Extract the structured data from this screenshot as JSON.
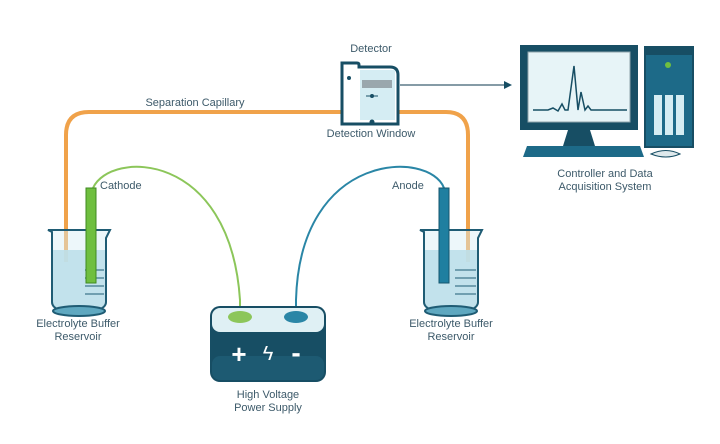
{
  "labels": {
    "detector": "Detector",
    "detection_window": "Detection Window",
    "separation_capillary": "Separation Capillary",
    "cathode": "Cathode",
    "anode": "Anode",
    "left_reservoir_line1": "Electrolyte Buffer",
    "left_reservoir_line2": "Reservoir",
    "right_reservoir_line1": "Electrolyte Buffer",
    "right_reservoir_line2": "Reservoir",
    "power_line1": "High Voltage",
    "power_line2": "Power Supply",
    "controller_line1": "Controller and Data",
    "controller_line2": "Acquisition System",
    "plus_symbol": "+",
    "bolt_symbol": "ϟ",
    "minus_symbol": "-"
  },
  "colors": {
    "capillary": "#f0a24a",
    "cathode": "#6fbf3f",
    "anode": "#1f7fa0",
    "dark_teal": "#174e64",
    "buffer": "#8fc9d9",
    "text": "#3d5a6a"
  }
}
